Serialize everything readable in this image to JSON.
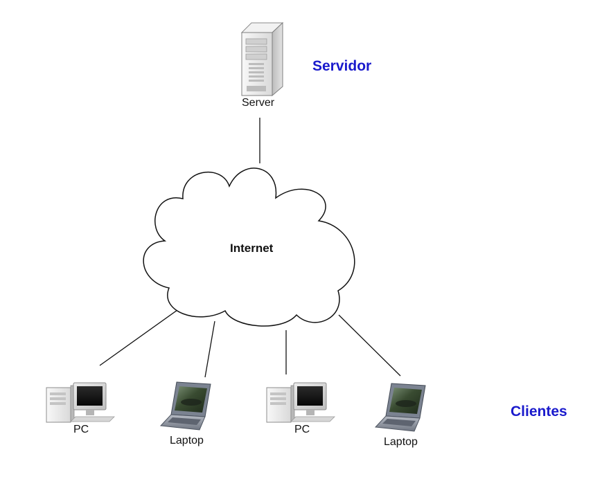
{
  "diagram": {
    "server_node": {
      "label": "Server",
      "icon": "server-tower-icon"
    },
    "cloud": {
      "label": "Internet",
      "icon": "cloud-icon"
    },
    "client_nodes": [
      {
        "label": "PC",
        "icon": "desktop-pc-icon"
      },
      {
        "label": "Laptop",
        "icon": "laptop-icon"
      },
      {
        "label": "PC",
        "icon": "desktop-pc-icon"
      },
      {
        "label": "Laptop",
        "icon": "laptop-icon"
      }
    ],
    "group_labels": {
      "server": "Servidor",
      "clients": "Clientes"
    },
    "colors": {
      "group_label": "#1a1acc",
      "line": "#111111",
      "text": "#111111"
    }
  }
}
